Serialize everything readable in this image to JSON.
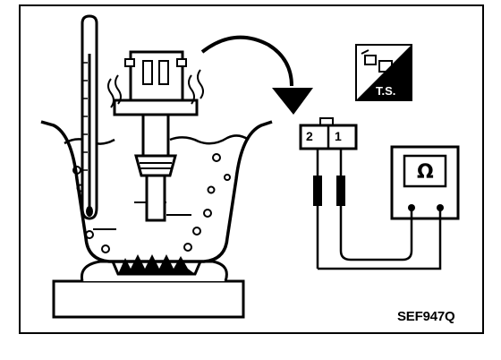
{
  "figure": {
    "reference_code": "SEF947Q",
    "trouble_diagnosis_badge": "T.S.",
    "connector_pins": [
      "2",
      "1"
    ],
    "meter_symbol": "Ω"
  },
  "icons": {
    "thermometer": "thermometer-icon",
    "sensor": "temperature-sensor-icon",
    "beaker": "water-beaker-icon",
    "burner": "gas-burner-icon",
    "arrow": "curved-arrow-icon",
    "badge": "trouble-diagnosis-badge-icon",
    "meter": "ohmmeter-icon"
  },
  "colors": {
    "ink": "#000000",
    "paper": "#ffffff"
  }
}
